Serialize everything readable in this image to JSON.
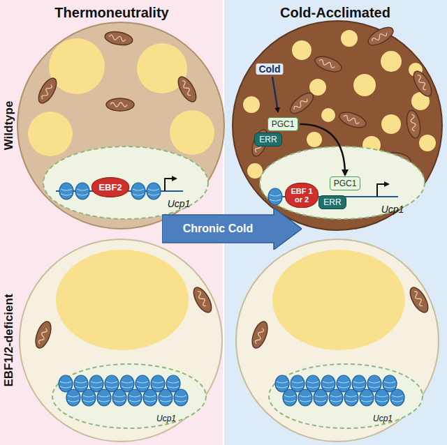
{
  "diagram": {
    "nodes": [
      {
        "text": [
          "EBF2"
        ]
      },
      {
        "text": [
          "PGC1"
        ]
      },
      {
        "text": [
          "ERR"
        ]
      },
      {
        "text": [
          "EBF 1 or 2"
        ]
      },
      {
        "text": [
          "PGC1"
        ]
      },
      {
        "text": [
          "ERR"
        ]
      },
      {
        "text": [
          "Chronic Cold"
        ]
      }
    ],
    "edges": [
      {
        "from": 1,
        "to": 4,
        "arrow": "to"
      }
    ],
    "labels": [
      "Thermoneutrality",
      "Cold-Acclimated",
      "Wildtype",
      "EBF1/2-deficient",
      "Ucp1",
      "Cold",
      "Ucp1",
      "Ucp1",
      "Ucp1"
    ]
  }
}
